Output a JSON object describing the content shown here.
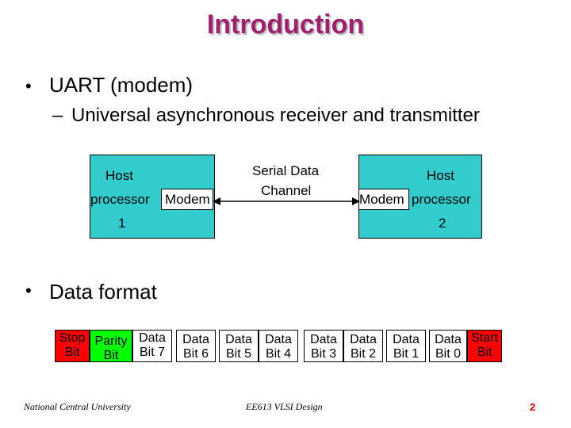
{
  "title": "Introduction",
  "bullets": [
    {
      "text": "UART (modem)",
      "sub": "Universal asynchronous receiver and transmitter"
    },
    {
      "text": "Data format"
    }
  ],
  "diagram": {
    "left_host_label": "Host",
    "left_processor_label": "processor",
    "left_modem_label": "Modem",
    "left_number": "1",
    "channel_line1": "Serial Data",
    "channel_line2": "Channel",
    "right_host_label": "Host",
    "right_modem_label": "Modem",
    "right_processor_label": "processor",
    "right_number": "2"
  },
  "frame_bits": [
    {
      "line1": "Stop",
      "line2": "Bit"
    },
    {
      "line1": "Parity",
      "line2": "Bit"
    },
    {
      "line1": "Data",
      "line2": "Bit 7"
    },
    {
      "line1": "Data",
      "line2": "Bit 6"
    },
    {
      "line1": "Data",
      "line2": "Bit 5"
    },
    {
      "line1": "Data",
      "line2": "Bit 4"
    },
    {
      "line1": "Data",
      "line2": "Bit 3"
    },
    {
      "line1": "Data",
      "line2": "Bit 2"
    },
    {
      "line1": "Data",
      "line2": "Bit 1"
    },
    {
      "line1": "Data",
      "line2": "Bit 0"
    },
    {
      "line1": "Start",
      "line2": "Bit"
    }
  ],
  "colors": {
    "title": "#a0206e",
    "box": "#33cccc",
    "stop_bit": "#ff0000",
    "parity_bit": "#00ff00",
    "start_bit": "#ff0000",
    "page_number": "#cc0000"
  },
  "footer": {
    "left": "National Central University",
    "center": "EE613 VLSI Design",
    "page": "2"
  }
}
